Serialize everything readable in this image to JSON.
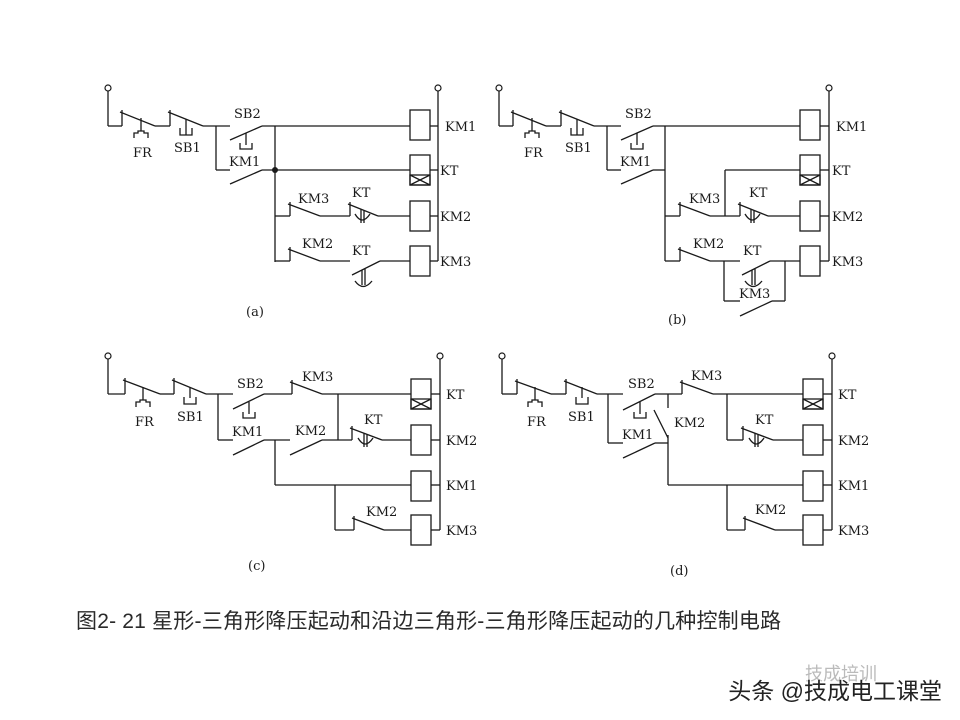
{
  "figure": {
    "caption": "图2- 21  星形-三角形降压起动和沿边三角形-三角形降压起动的几种控制电路",
    "panels": [
      {
        "id": "a",
        "sublabel": "(a)",
        "labels": {
          "fr": "FR",
          "sb1": "SB1",
          "sb2": "SB2",
          "km1c": "KM1",
          "km3c": "KM3",
          "kt1": "KT",
          "km2c": "KM2",
          "kt2": "KT",
          "coil1": "KM1",
          "coil2": "KT",
          "coil3": "KM2",
          "coil4": "KM3"
        }
      },
      {
        "id": "b",
        "sublabel": "(b)",
        "labels": {
          "fr": "FR",
          "sb1": "SB1",
          "sb2": "SB2",
          "km1c": "KM1",
          "km3c": "KM3",
          "kt1": "KT",
          "km2c": "KM2",
          "kt2": "KT",
          "km3h": "KM3",
          "coil1": "KM1",
          "coil2": "KT",
          "coil3": "KM2",
          "coil4": "KM3"
        }
      },
      {
        "id": "c",
        "sublabel": "(c)",
        "labels": {
          "fr": "FR",
          "sb1": "SB1",
          "sb2": "SB2",
          "km3c": "KM3",
          "km1c": "KM1",
          "km2a": "KM2",
          "kt1": "KT",
          "km2b": "KM2",
          "coil1": "KT",
          "coil2": "KM2",
          "coil3": "KM1",
          "coil4": "KM3"
        }
      },
      {
        "id": "d",
        "sublabel": "(d)",
        "labels": {
          "fr": "FR",
          "sb1": "SB1",
          "sb2": "SB2",
          "km3c": "KM3",
          "km1c": "KM1",
          "km2a": "KM2",
          "kt1": "KT",
          "km2b": "KM2",
          "coil1": "KT",
          "coil2": "KM2",
          "coil3": "KM1",
          "coil4": "KM3"
        }
      }
    ]
  },
  "watermark": {
    "text": "头条 @技成电工课堂",
    "ghost_text": "技成培训"
  }
}
